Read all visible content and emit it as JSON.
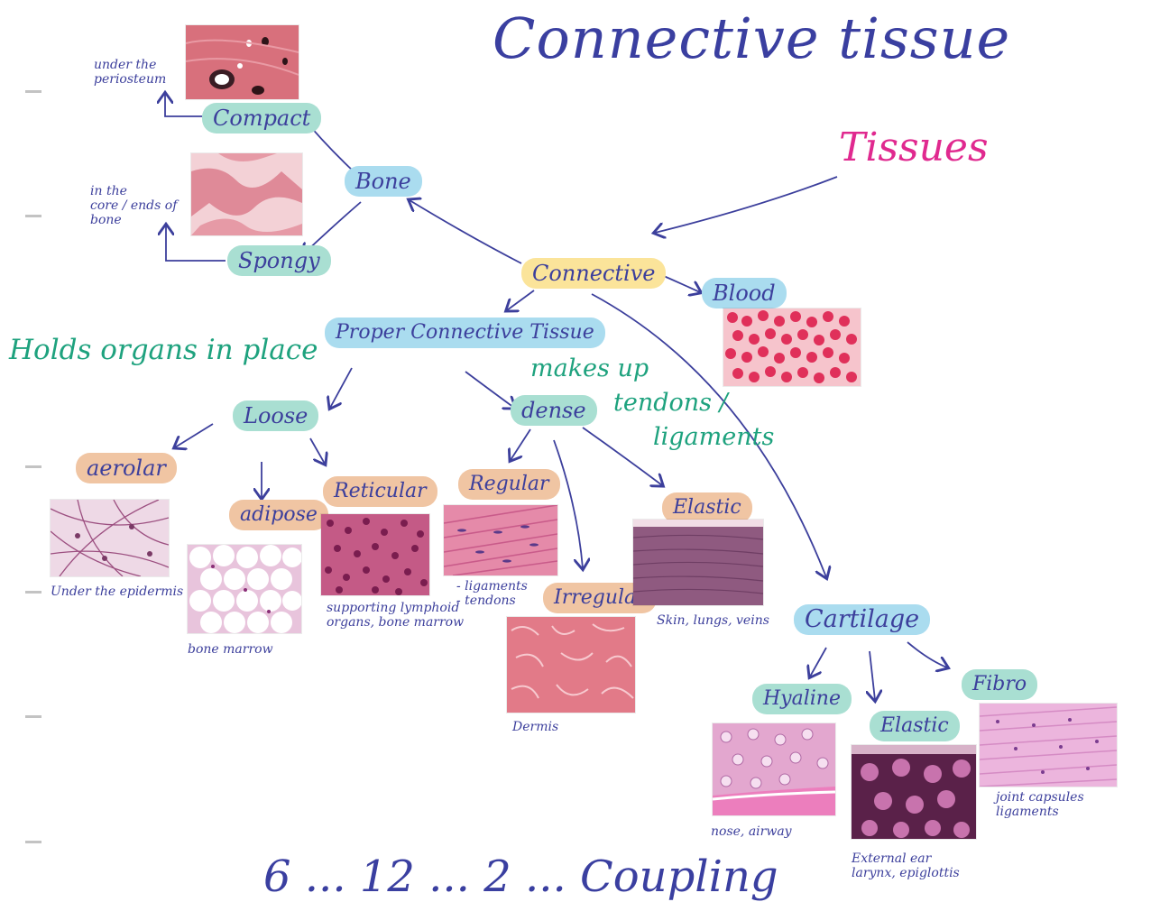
{
  "title": "Connective tissue",
  "tissues_label": "Tissues",
  "nodes": {
    "connective": "Connective",
    "bone": "Bone",
    "compact": "Compact",
    "spongy": "Spongy",
    "blood": "Blood",
    "proper": "Proper Connective Tissue",
    "loose": "Loose",
    "dense": "dense",
    "areolar": "aerolar",
    "adipose": "adipose",
    "reticular": "Reticular",
    "regular": "Regular",
    "irregular": "Irregular",
    "elastic_dense": "Elastic",
    "cartilage": "Cartilage",
    "hyaline": "Hyaline",
    "elastic_cart": "Elastic",
    "fibro": "Fibro"
  },
  "notes": {
    "holds_organs": "Holds organs in place",
    "makes_up_1": "makes up",
    "makes_up_2": "tendons /",
    "makes_up_3": "ligaments",
    "periosteum_1": "under the",
    "periosteum_2": "periosteum",
    "core_1": "in the",
    "core_2": "core / ends of",
    "core_3": "bone",
    "epidermis": "Under the epidermis",
    "bone_marrow": "bone marrow",
    "lymphoid_1": "supporting lymphoid",
    "lymphoid_2": "organs, bone marrow",
    "lig_tendons_1": "- ligaments",
    "lig_tendons_2": "- tendons",
    "dermis": "Dermis",
    "skin": "Skin, lungs, veins",
    "nose": "nose, airway",
    "ear_1": "External ear",
    "ear_2": "larynx, epiglottis",
    "joint_1": "joint capsules",
    "joint_2": "ligaments",
    "bottom_partial": "6 ... 12 ... 2 ... Coupling"
  },
  "colors": {
    "ink": "#3c3f9c",
    "teal_ink": "#1ea27e",
    "pink_ink": "#e0298f",
    "pill_blue": "#aadcef",
    "pill_green": "#a9dfd2",
    "pill_orange": "#f0c5a3",
    "pill_yellow": "#fbe49a"
  }
}
